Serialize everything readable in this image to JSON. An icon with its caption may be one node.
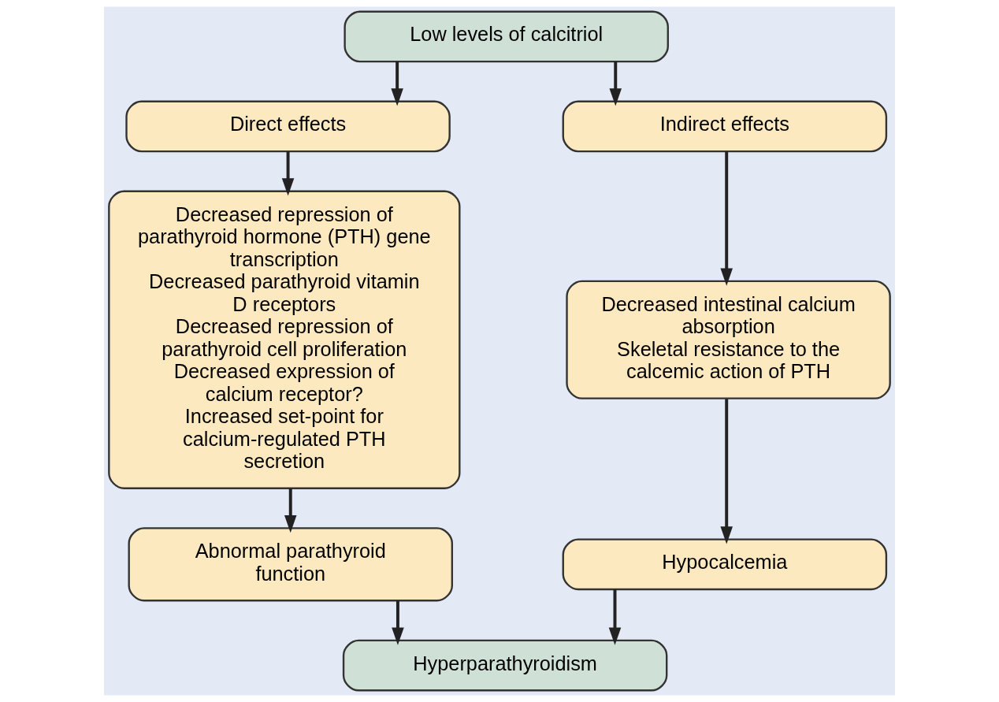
{
  "diagram": {
    "nodes": [
      {
        "text": [
          "Low levels of calcitriol"
        ]
      },
      {
        "text": [
          "Direct effects"
        ]
      },
      {
        "text": [
          "Indirect effects"
        ]
      },
      {
        "text": [
          "Decreased repression of parathyroid hormone (PTH) gene transcription",
          "Decreased parathyroid vitamin D receptors",
          "Decreased repression of parathyroid cell proliferation",
          "Decreased expression of calcium receptor?",
          "Increased set-point for calcium-regulated PTH secretion"
        ]
      },
      {
        "text": [
          "Decreased intestinal calcium absorption",
          "Skeletal resistance to the calcemic action of PTH"
        ]
      },
      {
        "text": [
          "Abnormal parathyroid function"
        ]
      },
      {
        "text": [
          "Hypocalcemia"
        ]
      },
      {
        "text": [
          "Hyperparathyroidism"
        ]
      }
    ],
    "edges": [
      {
        "from": 0,
        "to": 1,
        "arrow": "to"
      },
      {
        "from": 0,
        "to": 2,
        "arrow": "to"
      },
      {
        "from": 1,
        "to": 3,
        "arrow": "to"
      },
      {
        "from": 2,
        "to": 4,
        "arrow": "to"
      },
      {
        "from": 3,
        "to": 5,
        "arrow": "to"
      },
      {
        "from": 4,
        "to": 6,
        "arrow": "to"
      },
      {
        "from": 5,
        "to": 7,
        "arrow": "to"
      },
      {
        "from": 6,
        "to": 7,
        "arrow": "to"
      }
    ]
  }
}
